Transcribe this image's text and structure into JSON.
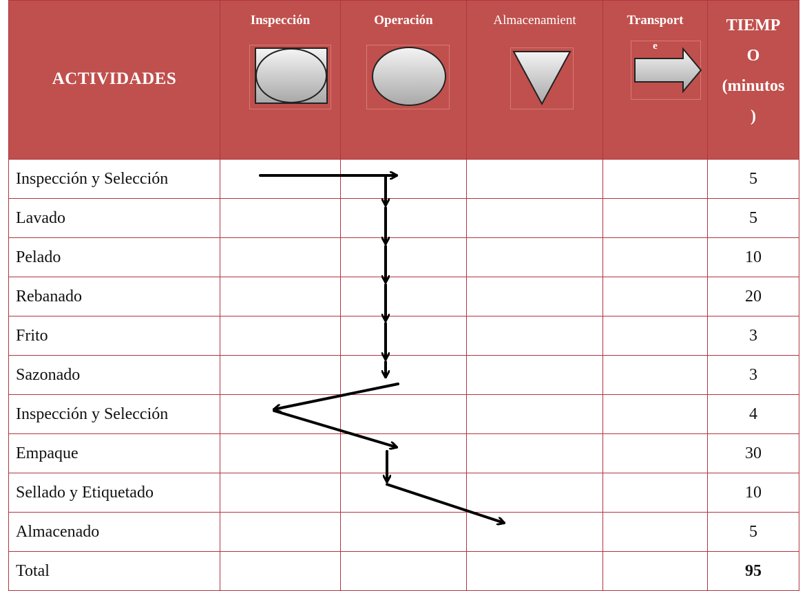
{
  "header": {
    "activities": "ACTIVIDADES",
    "inspection": "Inspección",
    "operation": "Operación",
    "storage": "Almacenamient",
    "transport": "Transport",
    "transport_cont": "e",
    "time": [
      "TIEMP",
      "O",
      "(minutos",
      ")"
    ]
  },
  "symbols": {
    "inspection": "inspection-symbol",
    "operation": "operation-circle",
    "storage": "storage-triangle",
    "transport": "transport-arrow"
  },
  "rows": [
    {
      "activity": "Inspección y Selección",
      "time": "5"
    },
    {
      "activity": "Lavado",
      "time": "5"
    },
    {
      "activity": "Pelado",
      "time": "10"
    },
    {
      "activity": "Rebanado",
      "time": "20"
    },
    {
      "activity": "Frito",
      "time": "3"
    },
    {
      "activity": "Sazonado",
      "time": "3"
    },
    {
      "activity": "Inspección y Selección",
      "time": "4"
    },
    {
      "activity": "Empaque",
      "time": "30"
    },
    {
      "activity": "Sellado y Etiquetado",
      "time": "10"
    },
    {
      "activity": "Almacenado",
      "time": "5"
    }
  ],
  "total": {
    "label": "Total",
    "time": "95"
  },
  "colors": {
    "header_bg": "#c0504d",
    "border": "#b0343f",
    "header_text": "#ffffff",
    "arrow": "#000000"
  }
}
